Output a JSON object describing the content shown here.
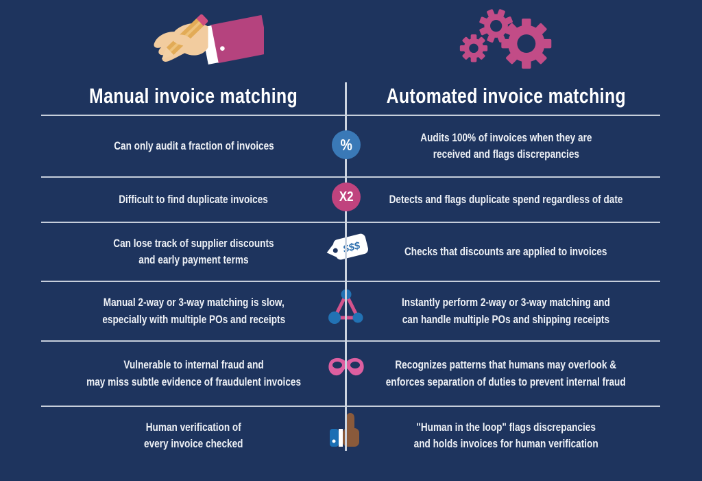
{
  "page": {
    "background_color": "#1e345e",
    "accent_pink": "#c0437e",
    "accent_blue": "#3a79b7",
    "divider_color": "#c6cedb",
    "text_color": "#ffffff"
  },
  "header": {
    "left_title": "Manual invoice matching",
    "right_title": "Automated invoice matching",
    "left_icon": "hand-writing-icon",
    "right_icon": "gears-icon"
  },
  "rows": [
    {
      "manual": "Can only audit a fraction of invoices",
      "icon": "percent-badge-icon",
      "icon_label": "%",
      "automated": "Audits 100% of invoices when they are\nreceived and flags discrepancies"
    },
    {
      "manual": "Difficult to find duplicate invoices",
      "icon": "x2-badge-icon",
      "icon_label": "X2",
      "automated": "Detects and flags duplicate spend regardless of date"
    },
    {
      "manual": "Can lose track of supplier discounts\nand early payment terms",
      "icon": "price-tag-icon",
      "icon_label": "$$$",
      "automated": "Checks that discounts are applied to invoices"
    },
    {
      "manual": "Manual 2-way or 3-way matching is slow,\nespecially with multiple POs and receipts",
      "icon": "triangle-network-icon",
      "icon_label": "",
      "automated": "Instantly perform 2-way or 3-way matching and\ncan handle multiple POs and shipping receipts"
    },
    {
      "manual": "Vulnerable to internal fraud and\nmay miss subtle evidence of fraudulent invoices",
      "icon": "mask-icon",
      "icon_label": "",
      "automated": "Recognizes patterns that humans may overlook &\nenforces separation of duties to prevent internal fraud"
    },
    {
      "manual": "Human verification of\nevery invoice checked",
      "icon": "thumbs-up-icon",
      "icon_label": "",
      "automated": "\"Human in the loop\" flags discrepancies\nand holds invoices for human verification"
    }
  ]
}
